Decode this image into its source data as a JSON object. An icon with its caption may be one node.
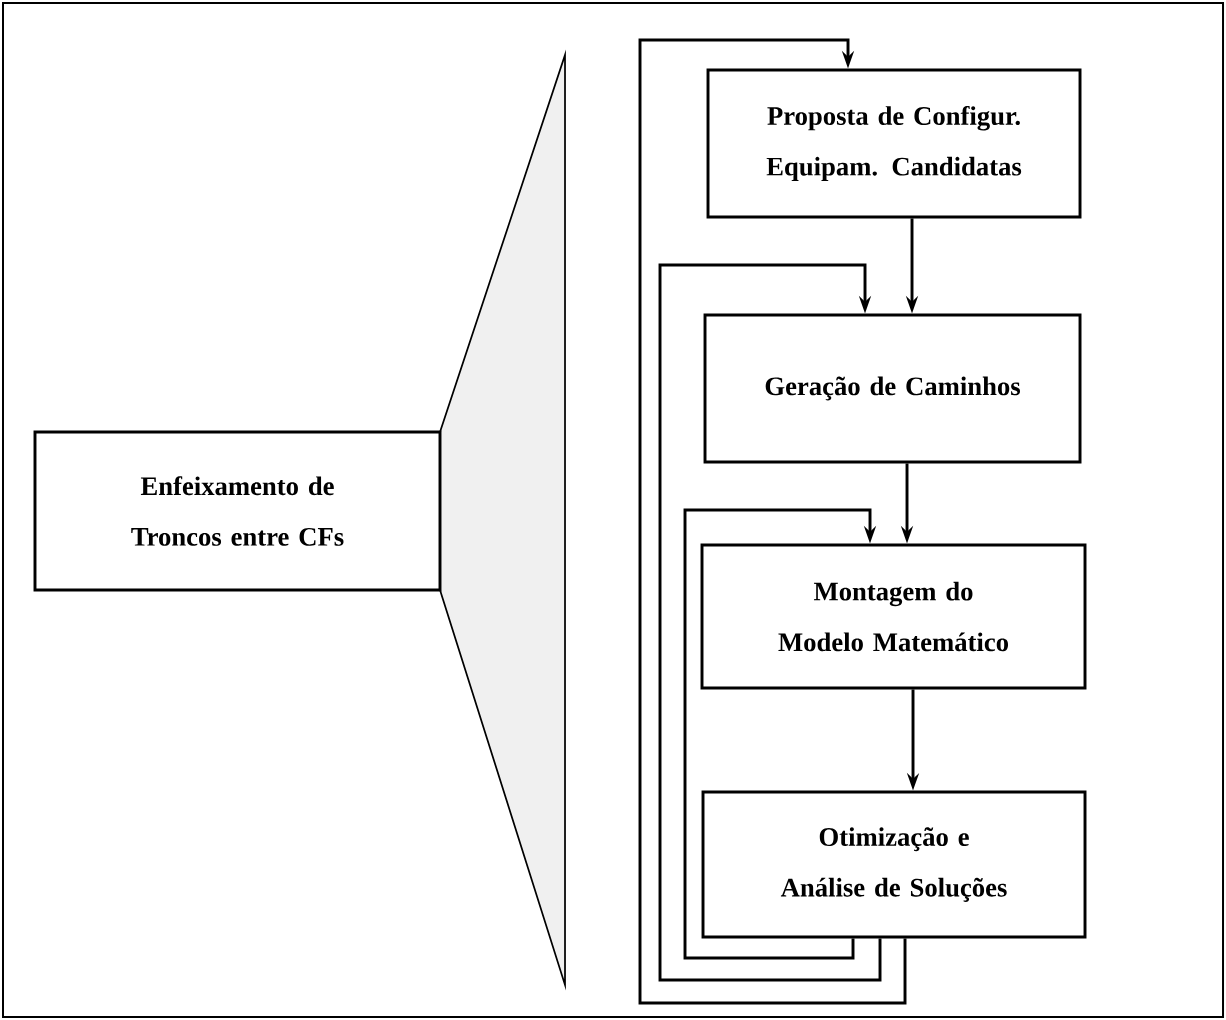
{
  "diagram": {
    "nodes": [
      {
        "text": [
          "Enfeixamento de Troncos entre CFs"
        ]
      },
      {
        "text": [
          "Proposta de Configur. Equipam. Candidatas"
        ]
      },
      {
        "text": [
          "Geração de Caminhos"
        ]
      },
      {
        "text": [
          "Montagem do Modelo Matemático"
        ]
      },
      {
        "text": [
          "Otimização e Análise de Soluções"
        ]
      }
    ],
    "edges": [
      {
        "from": 1,
        "to": 2,
        "arrow": "to"
      },
      {
        "from": 2,
        "to": 3,
        "arrow": "to"
      },
      {
        "from": 3,
        "to": 4,
        "arrow": "to"
      },
      {
        "from": 4,
        "to": 3,
        "arrow": "to"
      },
      {
        "from": 4,
        "to": 2,
        "arrow": "to"
      },
      {
        "from": 4,
        "to": 1,
        "arrow": "to"
      }
    ]
  }
}
